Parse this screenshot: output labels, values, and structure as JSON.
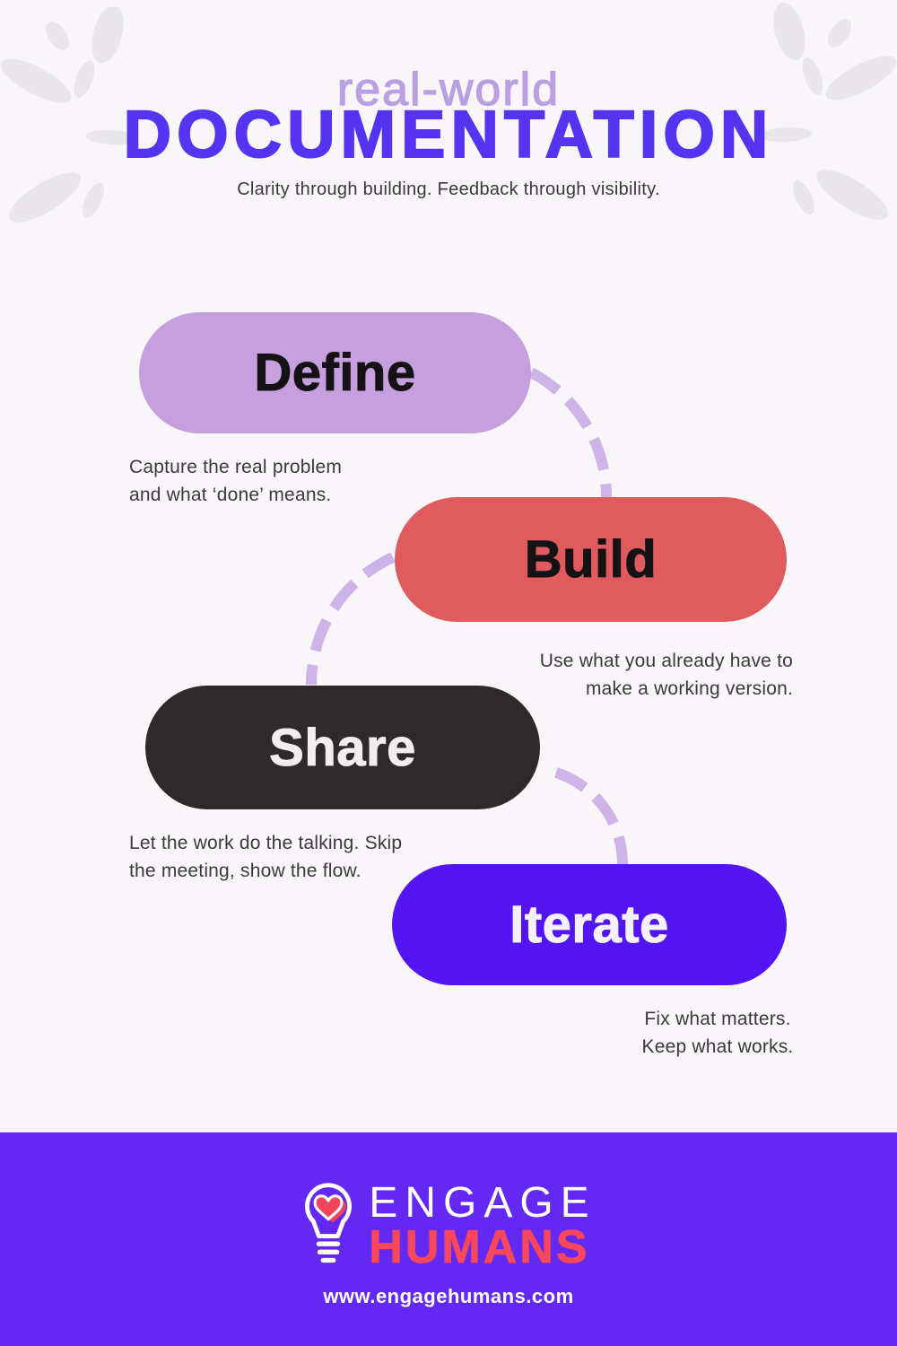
{
  "header": {
    "kicker": "real-world",
    "title": "DOCUMENTATION",
    "subtitle": "Clarity through building. Feedback through visibility."
  },
  "steps": [
    {
      "label": "Define",
      "caption": "Capture the real problem\nand what ‘done’ means.",
      "pill_color": "#c6a0de",
      "label_color": "#151215"
    },
    {
      "label": "Build",
      "caption": "Use what you already have to\nmake a working version.",
      "pill_color": "#e05b5d",
      "label_color": "#151215"
    },
    {
      "label": "Share",
      "caption": "Let the work do the talking. Skip\nthe meeting, show the flow.",
      "pill_color": "#2d2a2b",
      "label_color": "#f1eef1"
    },
    {
      "label": "Iterate",
      "caption": "Fix what matters.\nKeep what works.",
      "pill_color": "#5314f2",
      "label_color": "#f4f1fd"
    }
  ],
  "footer": {
    "brand_top": "ENGAGE",
    "brand_bottom": "HUMANS",
    "website": "www.engagehumans.com",
    "logo_icon": "lightbulb-heart-icon"
  },
  "decorations": [
    "burst-decoration-left",
    "burst-decoration-right"
  ],
  "colors": {
    "background": "#f8f6f8",
    "burst_gray": "#e9e7ea",
    "kicker_purple": "#b9a0e2",
    "title_purple": "#5434f1",
    "body_text": "#3b393b",
    "connector_dash": "#cdb3e8",
    "footer_background": "#6329f2",
    "brand_red": "#f6475c",
    "heart_red": "#f2455c"
  }
}
